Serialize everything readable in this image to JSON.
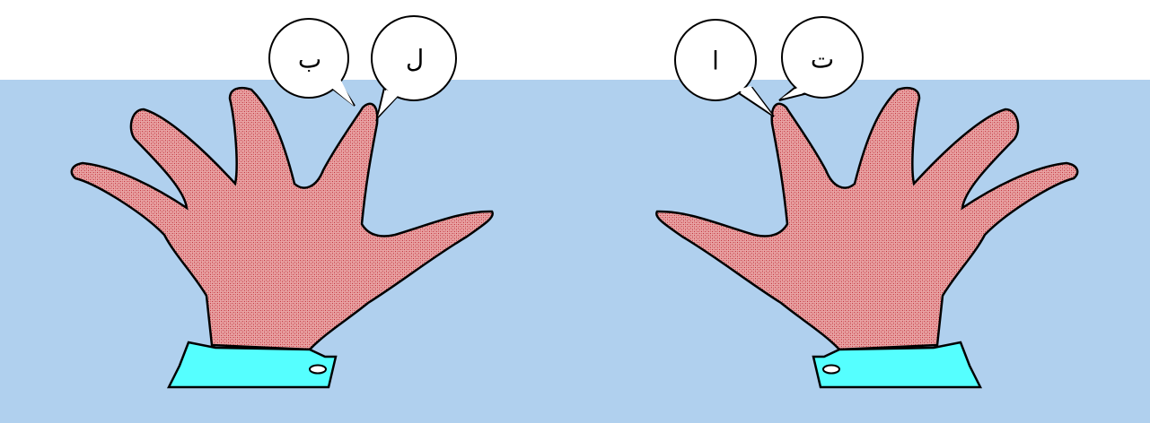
{
  "colors": {
    "background": "#b0d0ee",
    "skin": "#e9a6a6",
    "skin_dark": "#c0303a",
    "cuff": "#55ffff",
    "outline": "#000000"
  },
  "callouts": {
    "left_hand": {
      "outer": "ب",
      "inner": "ل"
    },
    "right_hand": {
      "inner": "ا",
      "outer": "ت"
    }
  }
}
